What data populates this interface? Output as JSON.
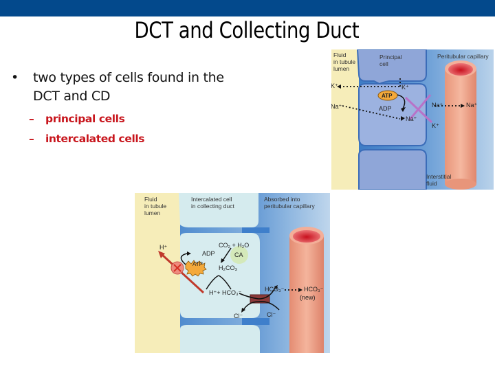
{
  "slide": {
    "title": "DCT and Collecting Duct",
    "bullets": [
      {
        "text": "two types of cells found in the DCT and CD",
        "line1": "two types of cells found in the",
        "line2": "DCT and CD",
        "sub": [
          "principal cells",
          "intercalated cells"
        ]
      }
    ],
    "colors": {
      "topbar": "#03498C",
      "subbullet": "#C8161D"
    }
  },
  "figure_principal": {
    "labels": {
      "lumen": [
        "Fluid",
        "in tubule",
        "lumen"
      ],
      "cell": [
        "Principal",
        "cell"
      ],
      "capillary": "Peritubular capillary",
      "interstitial": [
        "Interstitial",
        "fluid"
      ],
      "k_lumen": "K⁺",
      "na_lumen": "Na⁺",
      "k_cell": "K⁺",
      "atp": "ATP",
      "adp": "ADP",
      "na_cell": "Na⁺",
      "na_out": "Na⁺",
      "na_cap": "Na⁺",
      "k_out": "K⁺"
    }
  },
  "figure_intercalated": {
    "labels": {
      "lumen": [
        "Fluid",
        "in tubule",
        "lumen"
      ],
      "cell": [
        "Intercalated cell",
        "in collecting duct"
      ],
      "capillary": [
        "Absorbed into",
        "peritubular capillary"
      ],
      "h_lumen": "H⁺",
      "adp": "ADP",
      "atp": "ATP",
      "co2": "CO₂ + H₂O",
      "ca": "CA",
      "h2co3": "H₂CO₃",
      "products": "H⁺+ HCO₃⁻",
      "hco3_out": "HCO₃⁻",
      "hco3_new": "HCO₃⁻",
      "new": "(new)",
      "cl_cell": "Cl⁻",
      "cl_out": "Cl⁻"
    }
  }
}
